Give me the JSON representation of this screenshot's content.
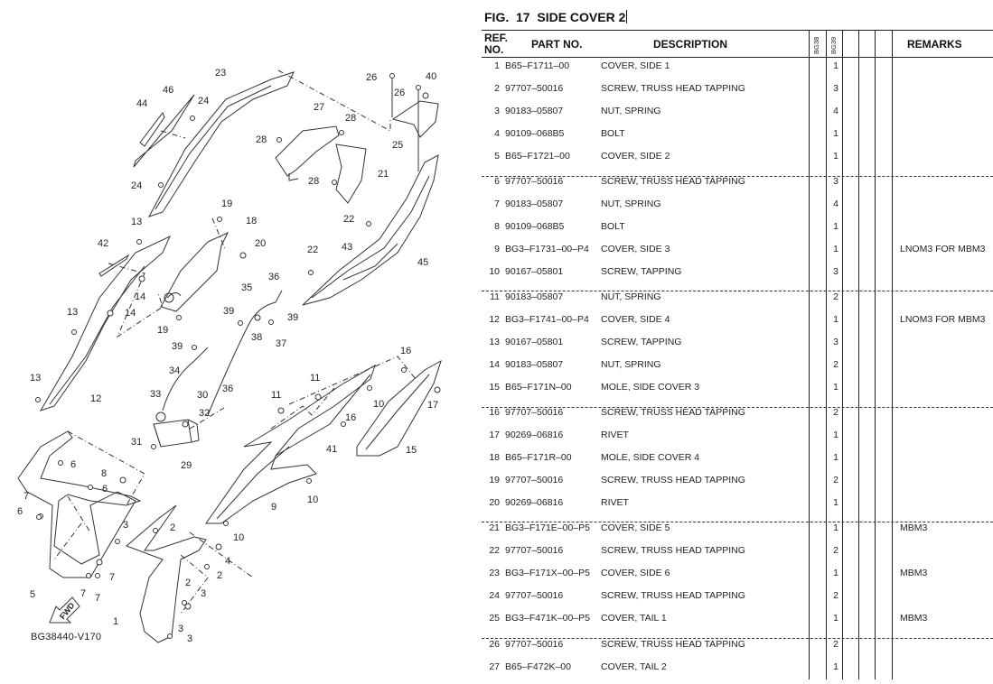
{
  "figure": {
    "title": "FIG.  17  SIDE COVER 2",
    "diagram_code": "BG38440-V170",
    "fwd_label": "FWD",
    "callouts": [
      "23",
      "46",
      "44",
      "24",
      "24",
      "26",
      "26",
      "40",
      "25",
      "27",
      "28",
      "28",
      "28",
      "21",
      "22",
      "22",
      "43",
      "45",
      "19",
      "18",
      "20",
      "13",
      "42",
      "14",
      "14",
      "13",
      "13",
      "12",
      "19",
      "39",
      "39",
      "35",
      "36",
      "38",
      "37",
      "39",
      "34",
      "33",
      "30",
      "36",
      "32",
      "31",
      "29",
      "11",
      "11",
      "10",
      "10",
      "10",
      "16",
      "16",
      "17",
      "41",
      "15",
      "9",
      "6",
      "6",
      "8",
      "7",
      "6",
      "7",
      "7",
      "7",
      "5",
      "3",
      "2",
      "4",
      "2",
      "2",
      "3",
      "3",
      "3",
      "1"
    ]
  },
  "table": {
    "headers": {
      "ref": "REF.",
      "ref2": "NO.",
      "part_no": "PART NO.",
      "description": "DESCRIPTION",
      "model1": "BG38",
      "model2": "BG39",
      "remarks": "REMARKS"
    },
    "rows": [
      {
        "ref": "1",
        "part": "B65–F1711–00",
        "desc": "COVER, SIDE 1",
        "qty": "1",
        "remarks": ""
      },
      {
        "ref": "2",
        "part": "97707–50016",
        "desc": "SCREW, TRUSS HEAD TAPPING",
        "qty": "3",
        "remarks": ""
      },
      {
        "ref": "3",
        "part": "90183–05807",
        "desc": "NUT, SPRING",
        "qty": "4",
        "remarks": ""
      },
      {
        "ref": "4",
        "part": "90109–068B5",
        "desc": "BOLT",
        "qty": "1",
        "remarks": ""
      },
      {
        "ref": "5",
        "part": "B65–F1721–00",
        "desc": "COVER, SIDE 2",
        "qty": "1",
        "remarks": ""
      },
      {
        "ref": "6",
        "part": "97707–50016",
        "desc": "SCREW, TRUSS HEAD TAPPING",
        "qty": "3",
        "remarks": ""
      },
      {
        "ref": "7",
        "part": "90183–05807",
        "desc": "NUT, SPRING",
        "qty": "4",
        "remarks": ""
      },
      {
        "ref": "8",
        "part": "90109–068B5",
        "desc": "BOLT",
        "qty": "1",
        "remarks": ""
      },
      {
        "ref": "9",
        "part": "BG3–F1731–00–P4",
        "desc": "COVER, SIDE 3",
        "qty": "1",
        "remarks": "LNOM3 FOR MBM3"
      },
      {
        "ref": "10",
        "part": "90167–05801",
        "desc": "SCREW, TAPPING",
        "qty": "3",
        "remarks": ""
      },
      {
        "ref": "11",
        "part": "90183–05807",
        "desc": "NUT, SPRING",
        "qty": "2",
        "remarks": ""
      },
      {
        "ref": "12",
        "part": "BG3–F1741–00–P4",
        "desc": "COVER, SIDE 4",
        "qty": "1",
        "remarks": "LNOM3 FOR MBM3"
      },
      {
        "ref": "13",
        "part": "90167–05801",
        "desc": "SCREW, TAPPING",
        "qty": "3",
        "remarks": ""
      },
      {
        "ref": "14",
        "part": "90183–05807",
        "desc": "NUT, SPRING",
        "qty": "2",
        "remarks": ""
      },
      {
        "ref": "15",
        "part": "B65–F171N–00",
        "desc": "MOLE, SIDE COVER 3",
        "qty": "1",
        "remarks": ""
      },
      {
        "ref": "16",
        "part": "97707–50016",
        "desc": "SCREW, TRUSS HEAD TAPPING",
        "qty": "2",
        "remarks": ""
      },
      {
        "ref": "17",
        "part": "90269–06816",
        "desc": "RIVET",
        "qty": "1",
        "remarks": ""
      },
      {
        "ref": "18",
        "part": "B65–F171R–00",
        "desc": "MOLE, SIDE COVER 4",
        "qty": "1",
        "remarks": ""
      },
      {
        "ref": "19",
        "part": "97707–50016",
        "desc": "SCREW, TRUSS HEAD TAPPING",
        "qty": "2",
        "remarks": ""
      },
      {
        "ref": "20",
        "part": "90269–06816",
        "desc": "RIVET",
        "qty": "1",
        "remarks": ""
      },
      {
        "ref": "21",
        "part": "BG3–F171E–00–P5",
        "desc": "COVER, SIDE 5",
        "qty": "1",
        "remarks": "MBM3"
      },
      {
        "ref": "22",
        "part": "97707–50016",
        "desc": "SCREW, TRUSS HEAD TAPPING",
        "qty": "2",
        "remarks": ""
      },
      {
        "ref": "23",
        "part": "BG3–F171X–00–P5",
        "desc": "COVER, SIDE 6",
        "qty": "1",
        "remarks": "MBM3"
      },
      {
        "ref": "24",
        "part": "97707–50016",
        "desc": "SCREW, TRUSS HEAD TAPPING",
        "qty": "2",
        "remarks": ""
      },
      {
        "ref": "25",
        "part": "BG3–F471K–00–P5",
        "desc": "COVER, TAIL 1",
        "qty": "1",
        "remarks": "MBM3"
      },
      {
        "ref": "26",
        "part": "97707–50016",
        "desc": "SCREW, TRUSS HEAD TAPPING",
        "qty": "2",
        "remarks": ""
      },
      {
        "ref": "27",
        "part": "B65–F472K–00",
        "desc": "COVER, TAIL 2",
        "qty": "1",
        "remarks": ""
      }
    ]
  }
}
